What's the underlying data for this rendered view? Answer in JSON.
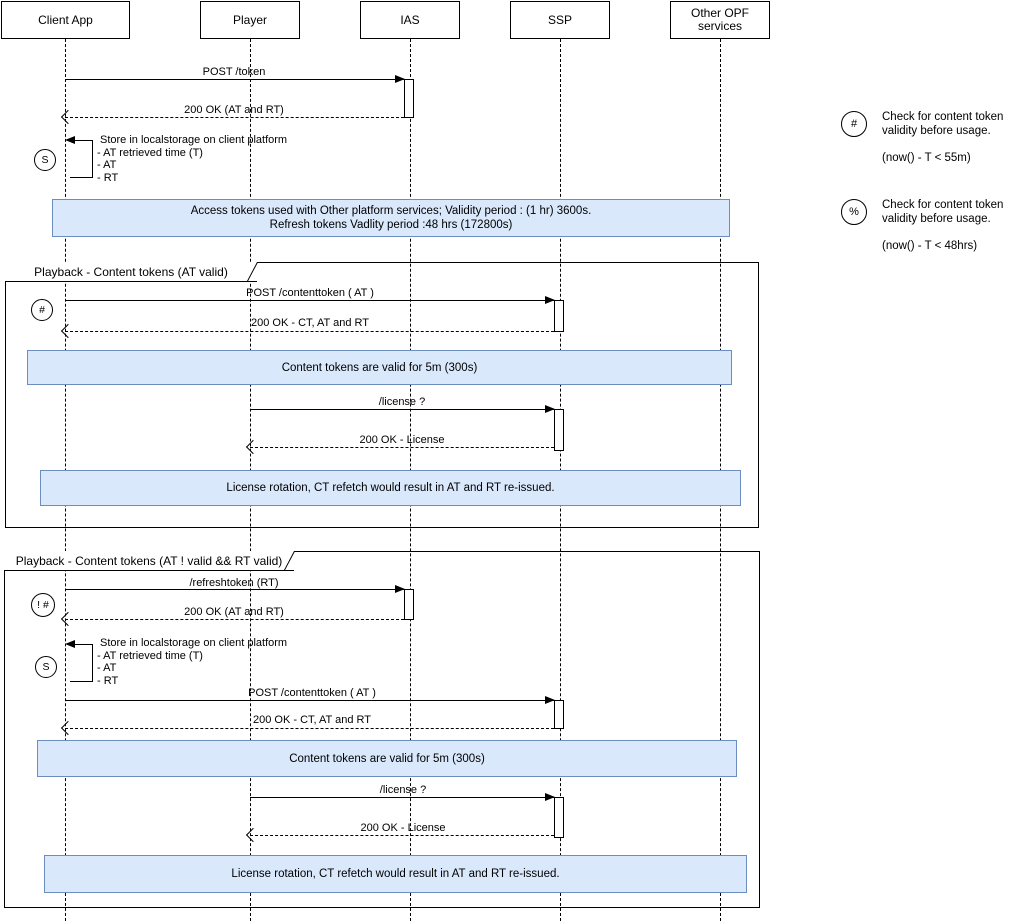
{
  "actors": [
    {
      "label": "Client App"
    },
    {
      "label": "Player"
    },
    {
      "label": "IAS"
    },
    {
      "label": "SSP"
    },
    {
      "label": "Other OPF services"
    }
  ],
  "messages": {
    "post_token": "POST /token",
    "ok_at_rt": "200 OK (AT and RT)",
    "post_contenttoken": "POST /contenttoken ( AT )",
    "ok_ct_at_rt": "200 OK - CT, AT and RT",
    "license_request": "/license ?",
    "ok_license": "200 OK - License",
    "refresh_token": "/refreshtoken (RT)"
  },
  "self_message": {
    "title": "Store in localstorage on client platform",
    "items": [
      "- AT retrieved time (T)",
      "- AT",
      "- RT"
    ]
  },
  "markers": {
    "store": "S",
    "check": "#",
    "check_invalid": "! #",
    "percent": "%"
  },
  "notes": {
    "access_validity": [
      "Access tokens used with Other platform services; Validity period : (1 hr) 3600s.",
      "Refresh tokens Vadlity period :48 hrs (172800s)"
    ],
    "content_valid": "Content tokens are valid for 5m (300s)",
    "license_rotation": "License rotation, CT refetch would result in AT and RT re-issued."
  },
  "frames": [
    {
      "label": "Playback - Content tokens (AT valid)"
    },
    {
      "label": "Playback - Content tokens (AT ! valid && RT valid)"
    }
  ],
  "legend": [
    {
      "symbol": "#",
      "text": "Check for content token validity before usage.",
      "condition": "(now() - T < 55m)"
    },
    {
      "symbol": "%",
      "text": "Check for content token validity before usage.",
      "condition": "(now() - T <  48hrs)"
    }
  ],
  "colors": {
    "note_fill": "#dae8fc",
    "note_border": "#6c8ebf"
  }
}
